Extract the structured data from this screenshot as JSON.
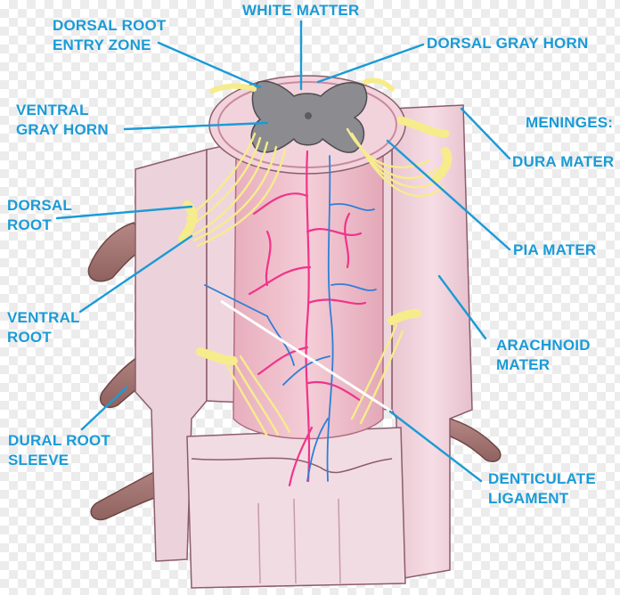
{
  "colors": {
    "label": "#1a9bd7",
    "leader": "#1a9bd7",
    "nerve": "#f6ec8c",
    "vessel_artery": "#f2338a",
    "vessel_vein": "#2f7fd6",
    "membrane": "#f3d7e0",
    "root_sleeve": "#a27472",
    "gray_matter": "#8c8c90"
  },
  "labels": {
    "dorsal_root_entry_zone": [
      "DORSAL ROOT",
      "ENTRY ZONE"
    ],
    "white_matter": "WHITE MATTER",
    "dorsal_gray_horn": "DORSAL GRAY HORN",
    "ventral_gray_horn": [
      "VENTRAL",
      "GRAY HORN"
    ],
    "meninges": "MENINGES:",
    "dura_mater": "DURA MATER",
    "dorsal_root": [
      "DORSAL",
      "ROOT"
    ],
    "pia_mater": "PIA MATER",
    "ventral_root": [
      "VENTRAL",
      "ROOT"
    ],
    "arachnoid_mater": [
      "ARACHNOID",
      "MATER"
    ],
    "dural_root_sleeve": [
      "DURAL ROOT",
      "SLEEVE"
    ],
    "denticulate_ligament": [
      "DENTICULATE",
      "LIGAMENT"
    ]
  }
}
